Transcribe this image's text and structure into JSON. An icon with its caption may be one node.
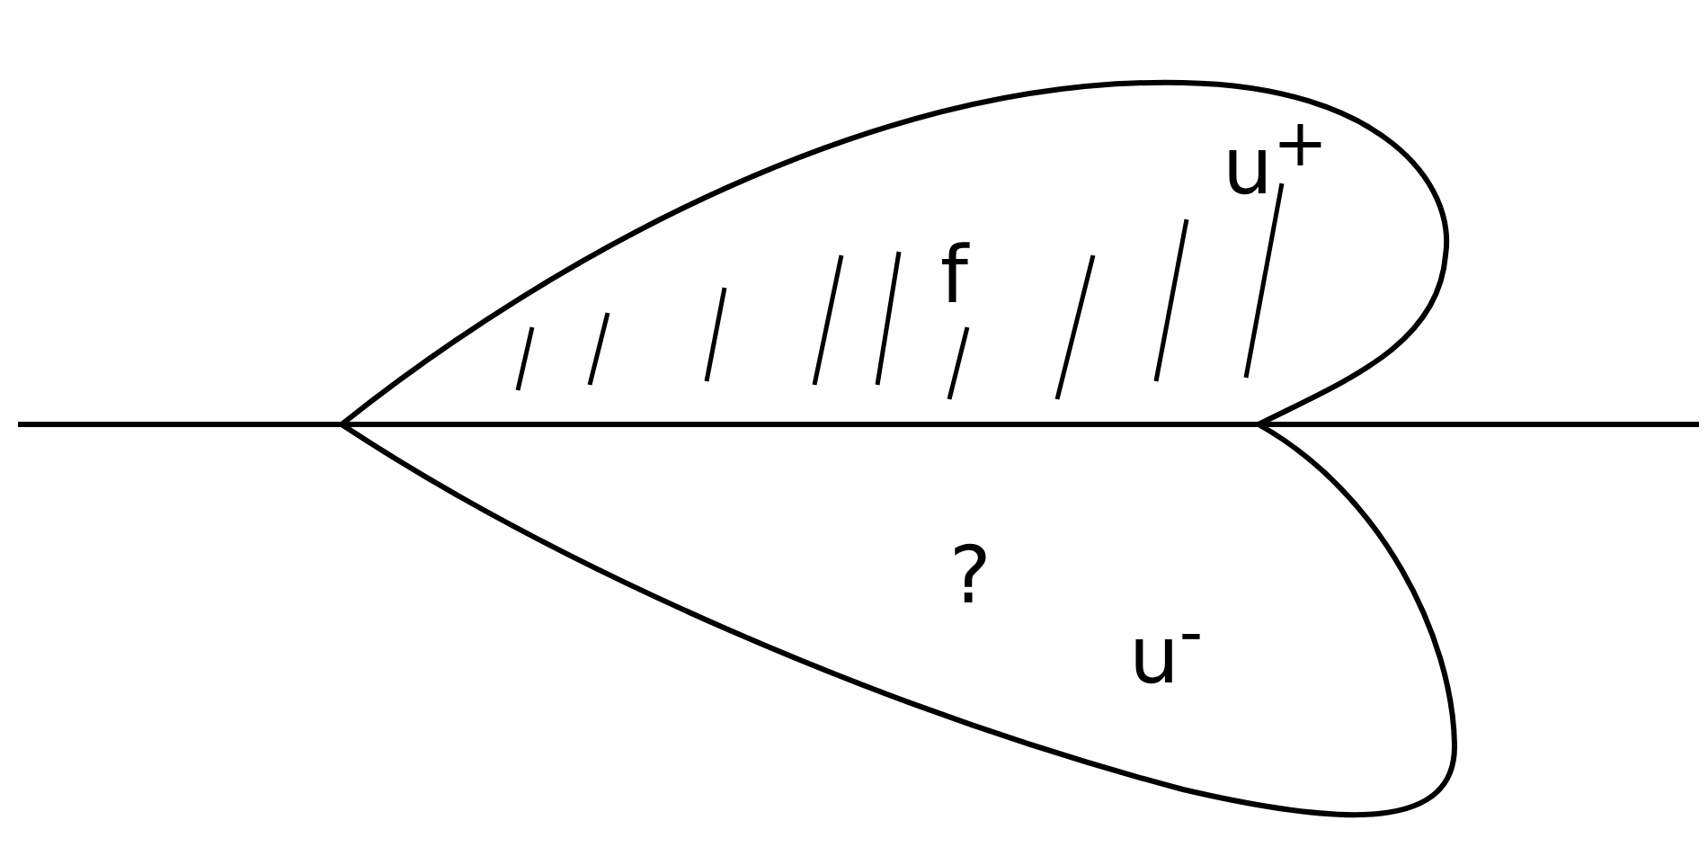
{
  "diagram": {
    "nodes": [
      {
        "text": [
          "f",
          "u$^{+}$"
        ]
      },
      {
        "text": [
          "?",
          "u$^{-}$"
        ]
      }
    ]
  }
}
